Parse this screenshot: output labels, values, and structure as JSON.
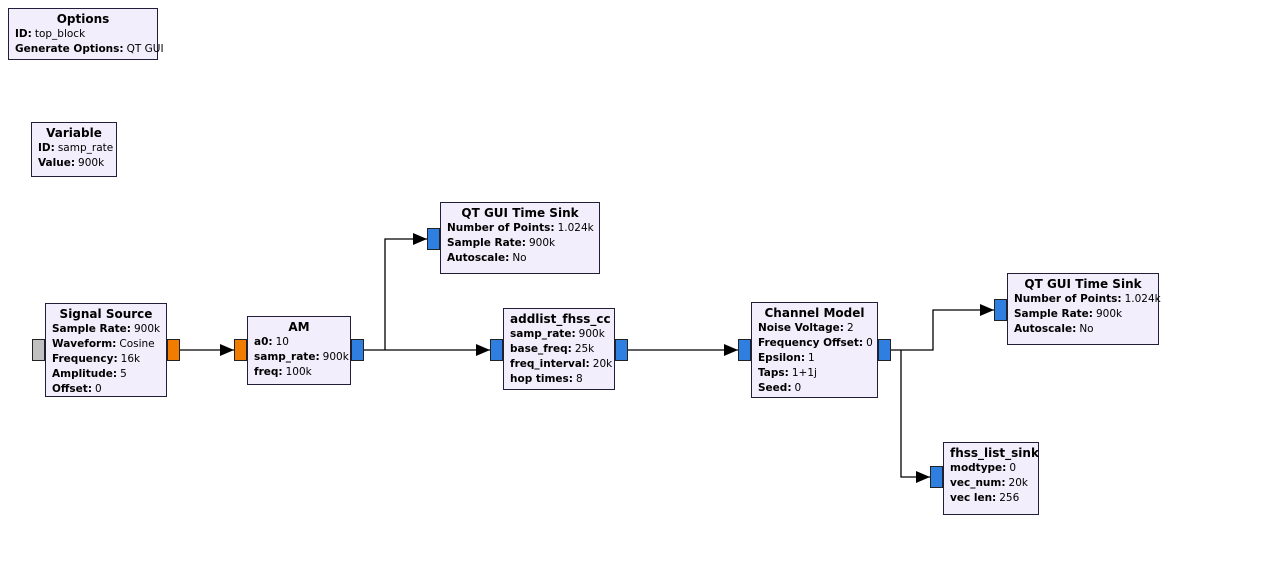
{
  "app": "GNU Radio Companion flowgraph",
  "colors": {
    "block_fill": "#f2eefb",
    "block_border": "#221d3a",
    "port_complex": "#2e7fe0",
    "port_float": "#f07d00",
    "port_message": "#c0c0c0",
    "wire": "#000000"
  },
  "blocks": {
    "options": {
      "title": "Options",
      "params": [
        {
          "k": "ID:",
          "v": "top_block"
        },
        {
          "k": "Generate Options:",
          "v": "QT GUI"
        }
      ]
    },
    "variable": {
      "title": "Variable",
      "params": [
        {
          "k": "ID:",
          "v": "samp_rate"
        },
        {
          "k": "Value:",
          "v": "900k"
        }
      ]
    },
    "signal_source": {
      "title": "Signal Source",
      "params": [
        {
          "k": "Sample Rate:",
          "v": "900k"
        },
        {
          "k": "Waveform:",
          "v": "Cosine"
        },
        {
          "k": "Frequency:",
          "v": "16k"
        },
        {
          "k": "Amplitude:",
          "v": "5"
        },
        {
          "k": "Offset:",
          "v": "0"
        }
      ]
    },
    "am": {
      "title": "AM",
      "params": [
        {
          "k": "a0:",
          "v": "10"
        },
        {
          "k": "samp_rate:",
          "v": "900k"
        },
        {
          "k": "freq:",
          "v": "100k"
        }
      ]
    },
    "time_sink_top": {
      "title": "QT GUI Time Sink",
      "params": [
        {
          "k": "Number of Points:",
          "v": "1.024k"
        },
        {
          "k": "Sample Rate:",
          "v": "900k"
        },
        {
          "k": "Autoscale:",
          "v": "No"
        }
      ]
    },
    "addlist_fhss_cc": {
      "title": "addlist_fhss_cc",
      "params": [
        {
          "k": "samp_rate:",
          "v": "900k"
        },
        {
          "k": "base_freq:",
          "v": "25k"
        },
        {
          "k": "freq_interval:",
          "v": "20k"
        },
        {
          "k": "hop times:",
          "v": "8"
        }
      ]
    },
    "channel_model": {
      "title": "Channel Model",
      "params": [
        {
          "k": "Noise Voltage:",
          "v": "2"
        },
        {
          "k": "Frequency Offset:",
          "v": "0"
        },
        {
          "k": "Epsilon:",
          "v": "1"
        },
        {
          "k": "Taps:",
          "v": "1+1j"
        },
        {
          "k": "Seed:",
          "v": "0"
        }
      ]
    },
    "time_sink_right": {
      "title": "QT GUI Time Sink",
      "params": [
        {
          "k": "Number of Points:",
          "v": "1.024k"
        },
        {
          "k": "Sample Rate:",
          "v": "900k"
        },
        {
          "k": "Autoscale:",
          "v": "No"
        }
      ]
    },
    "fhss_list_sink": {
      "title": "fhss_list_sink",
      "params": [
        {
          "k": "modtype:",
          "v": "0"
        },
        {
          "k": "vec_num:",
          "v": "20k"
        },
        {
          "k": "vec len:",
          "v": "256"
        }
      ]
    }
  }
}
